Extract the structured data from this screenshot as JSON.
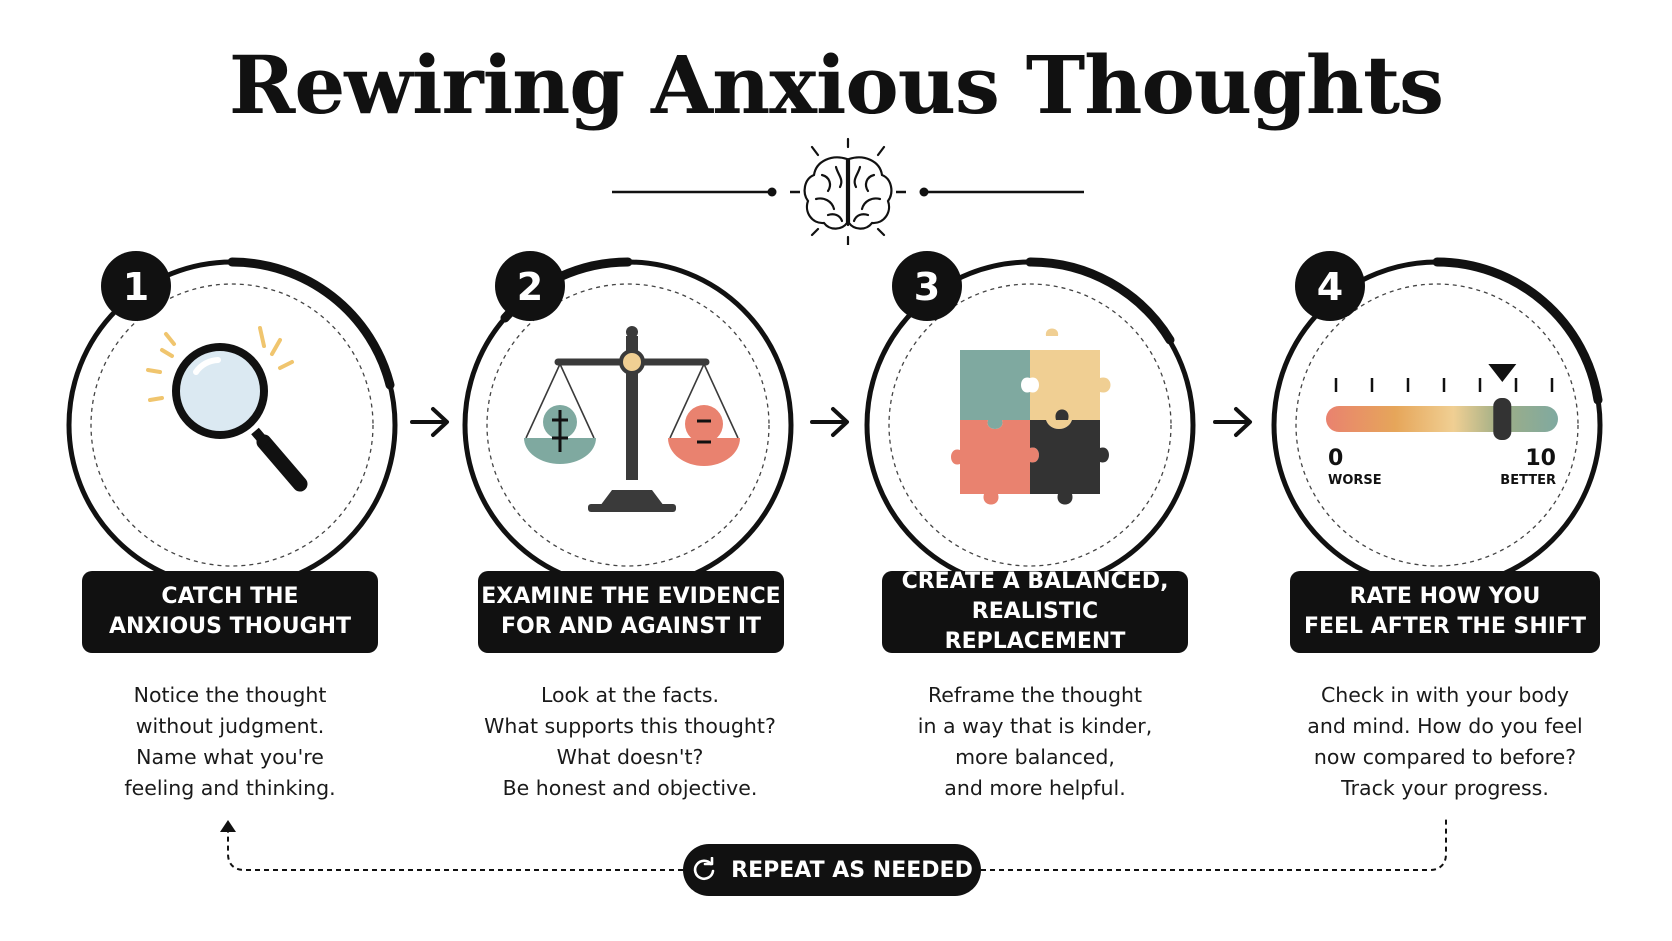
{
  "title": "Rewiring Anxious Thoughts",
  "steps": [
    {
      "number": "1",
      "label_line1": "CATCH THE",
      "label_line2": "ANXIOUS THOUGHT",
      "desc": [
        "Notice the thought",
        "without judgment.",
        "Name what you're",
        "feeling and thinking."
      ],
      "icon": "magnifying-glass-icon"
    },
    {
      "number": "2",
      "label_line1": "EXAMINE THE EVIDENCE",
      "label_line2": "FOR AND AGAINST IT",
      "desc": [
        "Look at the facts.",
        "What supports this thought?",
        "What doesn't?",
        "Be honest and objective."
      ],
      "icon": "balance-scale-icon"
    },
    {
      "number": "3",
      "label_line1": "CREATE A BALANCED,",
      "label_line2": "REALISTIC REPLACEMENT",
      "desc": [
        "Reframe the thought",
        "in a way that is kinder,",
        "more balanced,",
        "and more helpful."
      ],
      "icon": "puzzle-icon"
    },
    {
      "number": "4",
      "label_line1": "RATE HOW YOU",
      "label_line2": "FEEL AFTER THE SHIFT",
      "desc": [
        "Check in with your body",
        "and mind. How do you feel",
        "now compared to before?",
        "Track your progress."
      ],
      "icon": "rating-scale-icon"
    }
  ],
  "rating_scale": {
    "min": "0",
    "max": "10",
    "min_label": "WORSE",
    "max_label": "BETTER",
    "value_fraction": 0.76
  },
  "repeat": {
    "label": "REPEAT AS NEEDED",
    "icon": "refresh-icon"
  },
  "colors": {
    "dark": "#111111",
    "sage": "#7fa9a0",
    "coral": "#e9826f",
    "sand": "#f0cf93",
    "amber": "#e6a65a",
    "olive": "#9fae86",
    "lightblue": "#dbe9f2"
  }
}
